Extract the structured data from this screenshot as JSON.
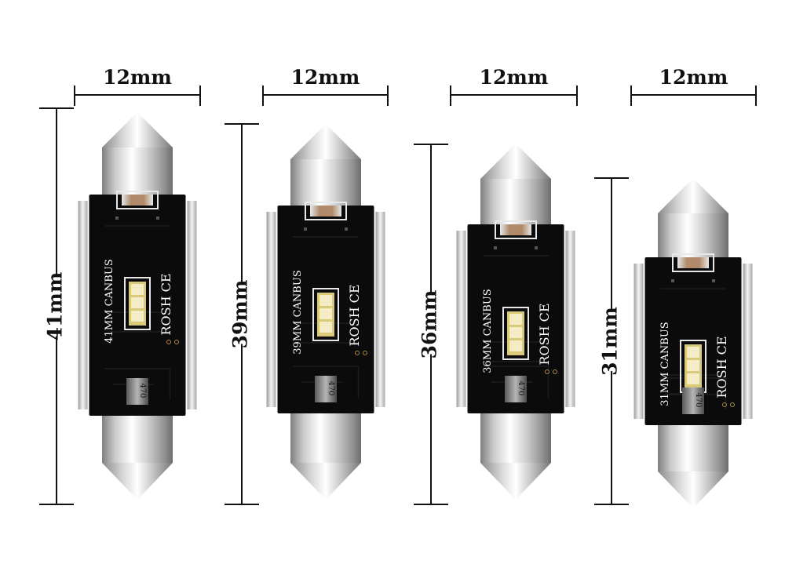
{
  "bulbs": [
    {
      "width_label": "12mm",
      "length_label": "41mm",
      "model_label": "41MM CANBUS",
      "brand_label": "ROSH CE",
      "cap_label": "470"
    },
    {
      "width_label": "12mm",
      "length_label": "39mm",
      "model_label": "39MM CANBUS",
      "brand_label": "ROSH CE",
      "cap_label": "470"
    },
    {
      "width_label": "12mm",
      "length_label": "36mm",
      "model_label": "36MM CANBUS",
      "brand_label": "ROSH CE",
      "cap_label": "470"
    },
    {
      "width_label": "12mm",
      "length_label": "31mm",
      "model_label": "31MM CANBUS",
      "brand_label": "ROSH CE",
      "cap_label": "470"
    }
  ],
  "colors": {
    "pcb": "#0b0b0b",
    "metal_light": "#f2f2f2",
    "metal_dark": "#8e8e8e",
    "led": "#f4ecc4",
    "dimension_line": "#111111"
  }
}
